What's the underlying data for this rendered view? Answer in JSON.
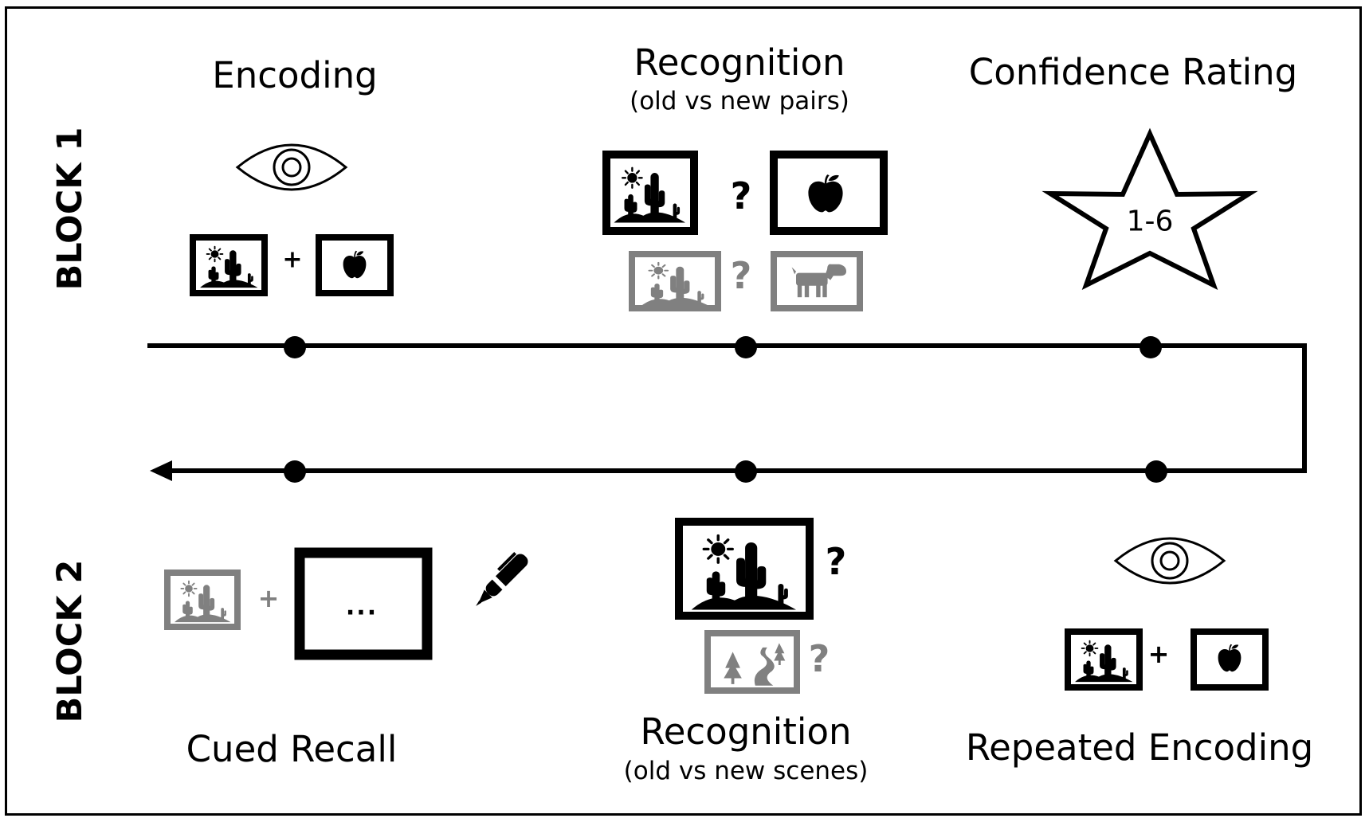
{
  "block1": {
    "label": "BLOCK 1",
    "encoding": {
      "title": "Encoding",
      "plus": "+"
    },
    "recognition": {
      "title": "Recognition",
      "subtitle": "(old vs new pairs)",
      "question1": "?",
      "question2": "?"
    },
    "confidence": {
      "title": "Confidence Rating",
      "scale": "1-6"
    }
  },
  "block2": {
    "label": "BLOCK 2",
    "cued_recall": {
      "title": "Cued Recall",
      "plus": "+",
      "blank": "..."
    },
    "recognition": {
      "title": "Recognition",
      "subtitle": "(old vs new scenes)",
      "question1": "?",
      "question2": "?"
    },
    "repeated_encoding": {
      "title": "Repeated Encoding",
      "plus": "+"
    }
  },
  "colors": {
    "ink": "#000000",
    "lure": "#808080",
    "background": "#ffffff"
  }
}
